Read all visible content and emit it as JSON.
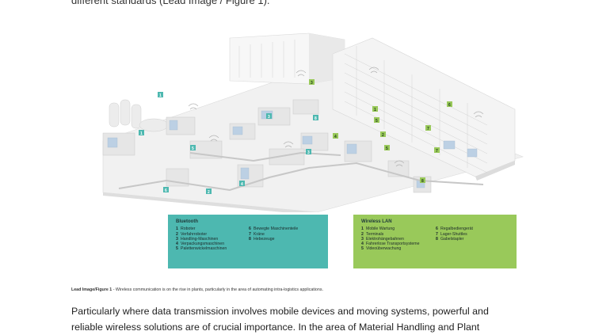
{
  "intro_tail": "different standards (Lead Image / Figure 1).",
  "figure": {
    "bluetooth_markers": [
      "1",
      "1",
      "2",
      "3",
      "3",
      "4",
      "5",
      "6",
      "8"
    ],
    "wlan_markers": [
      "1",
      "2",
      "3",
      "4",
      "5",
      "5",
      "6",
      "7",
      "7",
      "8"
    ]
  },
  "legend": {
    "bluetooth": {
      "title": "Bluetooth",
      "col1": [
        {
          "num": "1",
          "label": "Roboter"
        },
        {
          "num": "2",
          "label": "Verfahrroboter"
        },
        {
          "num": "3",
          "label": "Handling-Maschinen"
        },
        {
          "num": "4",
          "label": "Verpackungsmaschinen"
        },
        {
          "num": "5",
          "label": "Palettenwickelmaschinen"
        }
      ],
      "col2": [
        {
          "num": "6",
          "label": "Bewegte Maschinenteile"
        },
        {
          "num": "7",
          "label": "Kräne"
        },
        {
          "num": "8",
          "label": "Hebezeuge"
        }
      ]
    },
    "wlan": {
      "title": "Wireless LAN",
      "col1": [
        {
          "num": "1",
          "label": "Mobile Wartung"
        },
        {
          "num": "2",
          "label": "Terminals"
        },
        {
          "num": "3",
          "label": "Elektrohängebahnen"
        },
        {
          "num": "4",
          "label": "Fahrerlose Transportsysteme"
        },
        {
          "num": "5",
          "label": "Videoüberwachung"
        }
      ],
      "col2": [
        {
          "num": "6",
          "label": "Regalbediengerät"
        },
        {
          "num": "7",
          "label": "Lager-Shuttles"
        },
        {
          "num": "8",
          "label": "Gabelstapler"
        }
      ]
    }
  },
  "caption": {
    "label": "Lead Image/Figure 1",
    "text": " - Wireless communication is on the rise in plants, particularly in the area of automating intra-logistics applications."
  },
  "paragraph": {
    "line1": "Particularly where data transmission involves mobile devices and moving systems, powerful and",
    "line2": "reliable wireless solutions are of crucial importance. In the area of Material Handling and Plant"
  },
  "colors": {
    "bluetooth": "#4db8b0",
    "wlan": "#99c95a"
  }
}
